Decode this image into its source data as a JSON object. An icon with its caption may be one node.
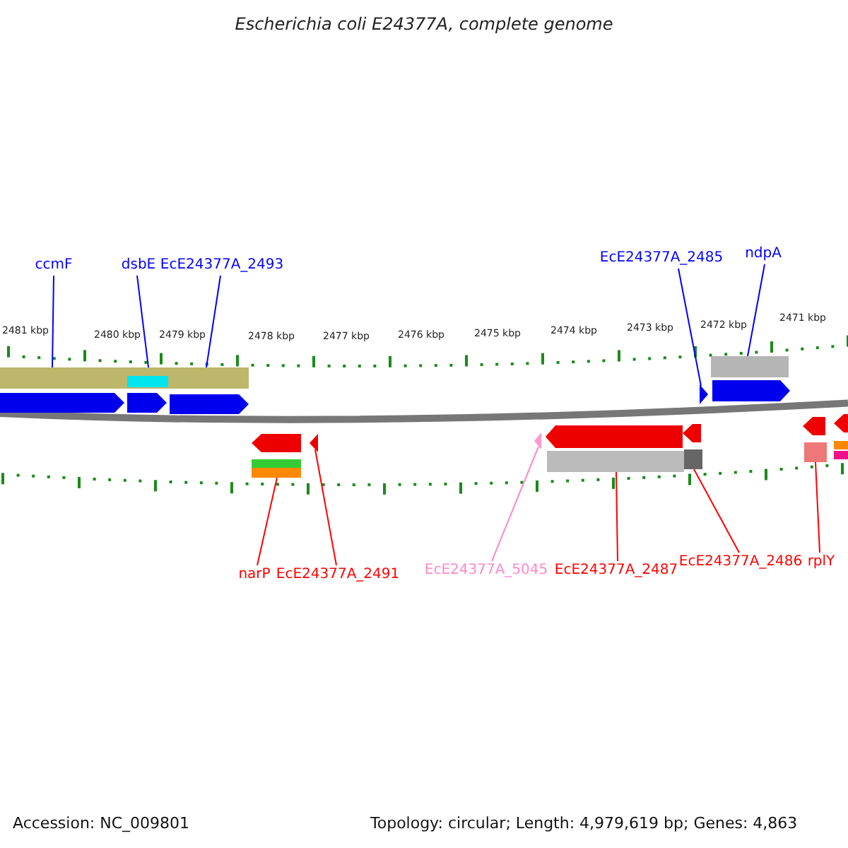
{
  "diagram": {
    "title": "Escherichia coli E24377A, complete genome",
    "nodes": [
      {
        "text": [
          "ccmF"
        ]
      },
      {
        "text": [
          "dsbE"
        ]
      },
      {
        "text": [
          "EcE24377A_2493"
        ]
      },
      {
        "text": [
          "EcE24377A_2485"
        ]
      },
      {
        "text": [
          "ndpA"
        ]
      },
      {
        "text": [
          "narP"
        ]
      },
      {
        "text": [
          "EcE24377A_2491"
        ]
      },
      {
        "text": [
          "EcE24377A_5045"
        ]
      },
      {
        "text": [
          "EcE24377A_2487"
        ]
      },
      {
        "text": [
          "EcE24377A_2486"
        ]
      },
      {
        "text": [
          "rplY"
        ]
      },
      {
        "text": [],
        "shape": "bar"
      },
      {
        "text": [],
        "shape": "bar"
      },
      {
        "text": [],
        "shape": "bar"
      },
      {
        "text": [],
        "shape": "triangle"
      },
      {
        "text": [],
        "shape": "bar"
      },
      {
        "text": [],
        "shape": "bar"
      },
      {
        "text": [],
        "shape": "triangle"
      },
      {
        "text": [],
        "shape": "triangle"
      },
      {
        "text": [],
        "shape": "bar"
      },
      {
        "text": [],
        "shape": "bar"
      },
      {
        "text": [],
        "shape": "bar"
      }
    ],
    "edges": [
      {
        "from": 0,
        "to": 11,
        "arrow": "none",
        "color": "#0000ff"
      },
      {
        "from": 1,
        "to": 12,
        "arrow": "none",
        "color": "#0000ff"
      },
      {
        "from": 2,
        "to": 13,
        "arrow": "none",
        "color": "#0000ff"
      },
      {
        "from": 3,
        "to": 14,
        "arrow": "none",
        "color": "#0000ff"
      },
      {
        "from": 4,
        "to": 15,
        "arrow": "none",
        "color": "#0000ff"
      },
      {
        "from": 5,
        "to": 16,
        "arrow": "none",
        "color": "#ff0000"
      },
      {
        "from": 6,
        "to": 17,
        "arrow": "none",
        "color": "#ff0000"
      },
      {
        "from": 7,
        "to": 18,
        "arrow": "none",
        "color": "#ff99cc"
      },
      {
        "from": 8,
        "to": 19,
        "arrow": "none",
        "color": "#ff0000"
      },
      {
        "from": 9,
        "to": 20,
        "arrow": "none",
        "color": "#ff0000"
      },
      {
        "from": 10,
        "to": 21,
        "arrow": "none",
        "color": "#ff0000"
      }
    ],
    "labels": [
      "2481 kbp",
      "2480 kbp",
      "2479 kbp",
      "2478 kbp",
      "2477 kbp",
      "2476 kbp",
      "2475 kbp",
      "2474 kbp",
      "2473 kbp",
      "2472 kbp",
      "2471 kbp",
      "Accession: NC_009801",
      "Topology: circular; Length: 4,979,619 bp; Genes: 4,863"
    ]
  }
}
